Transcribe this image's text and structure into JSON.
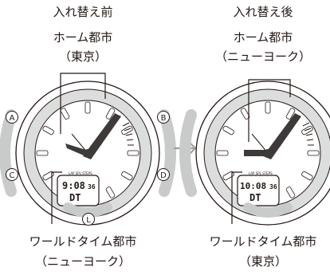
{
  "before": {
    "heading": "入れ替え前",
    "home_label": "ホーム都市",
    "home_city": "（東京）",
    "lcd_time": "9:08",
    "lcd_seconds": "36",
    "lcd_mode": "DT",
    "world_label": "ワールドタイム都市",
    "world_city": "（ニューヨーク）"
  },
  "after": {
    "heading": "入れ替え後",
    "home_label": "ホーム都市",
    "home_city": "（ニューヨーク）",
    "lcd_time": "10:08",
    "lcd_seconds": "36",
    "lcd_mode": "DT",
    "world_label": "ワールドタイム都市",
    "world_city": "（東京）"
  },
  "lcd_indicators": "LAP  SPL  STEPS",
  "buttons": {
    "a": "A",
    "b": "B",
    "c": "C",
    "d": "D",
    "l": "L"
  },
  "colors": {
    "ink": "#231815",
    "bezel": "#c9caca",
    "hand": "#3e3a39"
  }
}
